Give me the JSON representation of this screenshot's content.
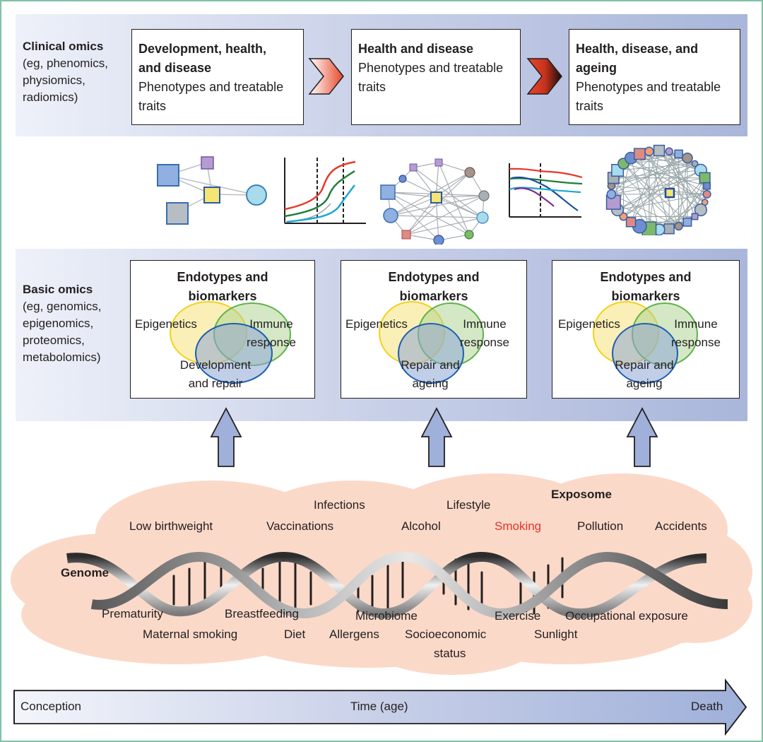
{
  "clinical_omics": {
    "title": "Clinical omics",
    "examples": [
      "(eg, phenomics,",
      "physiomics,",
      "radiomics)"
    ]
  },
  "clinical_boxes": [
    {
      "title_lines": [
        "Development, health,",
        "and disease"
      ],
      "subtitle_lines": [
        "Phenotypes and treatable",
        "traits"
      ]
    },
    {
      "title_lines": [
        "Health and disease"
      ],
      "subtitle_lines": [
        "Phenotypes and treatable",
        "traits"
      ]
    },
    {
      "title_lines": [
        "Health, disease, and",
        "ageing"
      ],
      "subtitle_lines": [
        "Phenotypes and treatable",
        "traits"
      ]
    }
  ],
  "basic_omics": {
    "title": "Basic omics",
    "examples": [
      "(eg, genomics,",
      "epigenomics,",
      "proteomics,",
      "metabolomics)"
    ]
  },
  "endotype_boxes": [
    {
      "title_lines": [
        "Endotypes and",
        "biomarkers"
      ],
      "circles": {
        "a": "Epigenetics",
        "b_lines": [
          "Immune",
          "response"
        ],
        "c_lines": [
          "Development",
          "and repair"
        ]
      }
    },
    {
      "title_lines": [
        "Endotypes and",
        "biomarkers"
      ],
      "circles": {
        "a": "Epigenetics",
        "b_lines": [
          "Immune",
          "response"
        ],
        "c_lines": [
          "Repair and",
          "ageing"
        ]
      }
    },
    {
      "title_lines": [
        "Endotypes and",
        "biomarkers"
      ],
      "circles": {
        "a": "Epigenetics",
        "b_lines": [
          "Immune",
          "response"
        ],
        "c_lines": [
          "Repair and",
          "ageing"
        ]
      }
    }
  ],
  "exposome": {
    "title": "Exposome",
    "genome_label": "Genome",
    "factors_top": [
      "Infections",
      "Lifestyle",
      "Low birthweight",
      "Vaccinations",
      "Alcohol",
      "Smoking",
      "Pollution",
      "Accidents"
    ],
    "factors_bottom": [
      "Prematurity",
      "Breastfeeding",
      "Microbiome",
      "Exercise",
      "Occupational exposure",
      "Maternal smoking",
      "Diet",
      "Allergens",
      "Socioeconomic",
      "status",
      "Sunlight"
    ],
    "highlight_factor": "Smoking",
    "highlight_color": "#e63329"
  },
  "timeline": {
    "start": "Conception",
    "middle": "Time (age)",
    "end": "Death"
  },
  "colors": {
    "frame": "#7fc2a6",
    "cloud": "#fbd9c9",
    "arrow_fill": "#9fb0da",
    "venn_yellow": "#f6e27a",
    "venn_green": "#a9d18e",
    "venn_blue": "#8ea6d6"
  }
}
